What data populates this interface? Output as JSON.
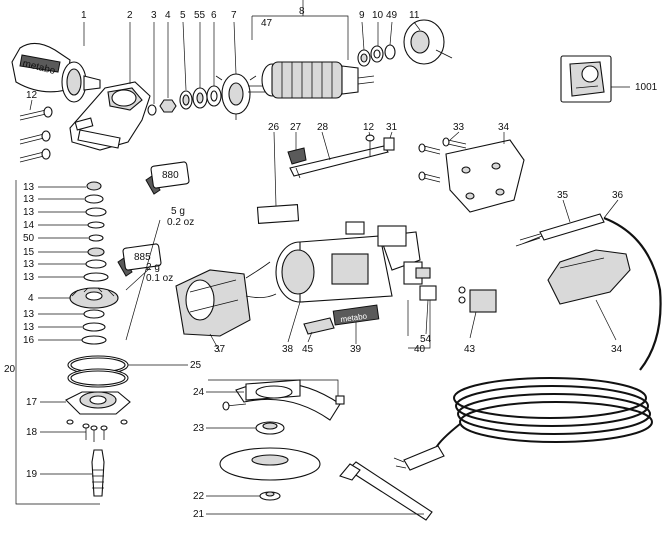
{
  "part_labels": {
    "p1": "1",
    "p2": "2",
    "p3": "3",
    "p4": "4",
    "p5": "5",
    "p55": "55",
    "p6": "6",
    "p7": "7",
    "p8": "8",
    "p9": "9",
    "p10": "10",
    "p49": "49",
    "p11": "11",
    "p47": "47",
    "p12a": "12",
    "p12b": "12",
    "p1001": "1001",
    "p26": "26",
    "p27": "27",
    "p28": "28",
    "p31": "31",
    "p33": "33",
    "p34a": "34",
    "p35": "35",
    "p36": "36",
    "p34b": "34",
    "s13a": "13",
    "s13b": "13",
    "s13c": "13",
    "s14": "14",
    "s50": "50",
    "s15": "15",
    "s13d": "13",
    "s13e": "13",
    "s4": "4",
    "s13f": "13",
    "s13g": "13",
    "s16": "16",
    "p20": "20",
    "p25": "25",
    "p17": "17",
    "p18": "18",
    "p19": "19",
    "p37": "37",
    "p38": "38",
    "p45": "45",
    "p39": "39",
    "p40": "40",
    "p54": "54",
    "p43": "43",
    "p24": "24",
    "p23": "23",
    "p22": "22",
    "p21": "21"
  },
  "tubes": {
    "t880": {
      "number": "880",
      "amount": "5 g",
      "amount_oz": "0.2 oz"
    },
    "t885": {
      "number": "885",
      "amount": "2 g",
      "amount_oz": "0.1 oz"
    }
  },
  "branding": {
    "handle_text": "metabo",
    "motor_text": "metabo"
  }
}
